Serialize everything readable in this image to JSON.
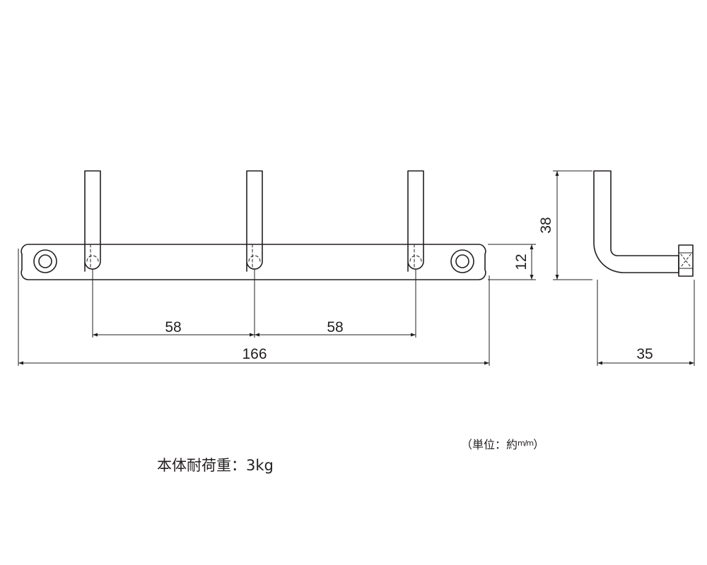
{
  "dimensions": {
    "hook_pitch_left": "58",
    "hook_pitch_right": "58",
    "overall_length": "166",
    "bar_height": "12",
    "hook_height": "38",
    "hook_depth": "35"
  },
  "unit_note": {
    "open": "（単位：約",
    "fraction": "m/m",
    "close": "）"
  },
  "load_capacity": "本体耐荷重：3kg",
  "colors": {
    "line": "#231f20",
    "background": "#ffffff"
  }
}
